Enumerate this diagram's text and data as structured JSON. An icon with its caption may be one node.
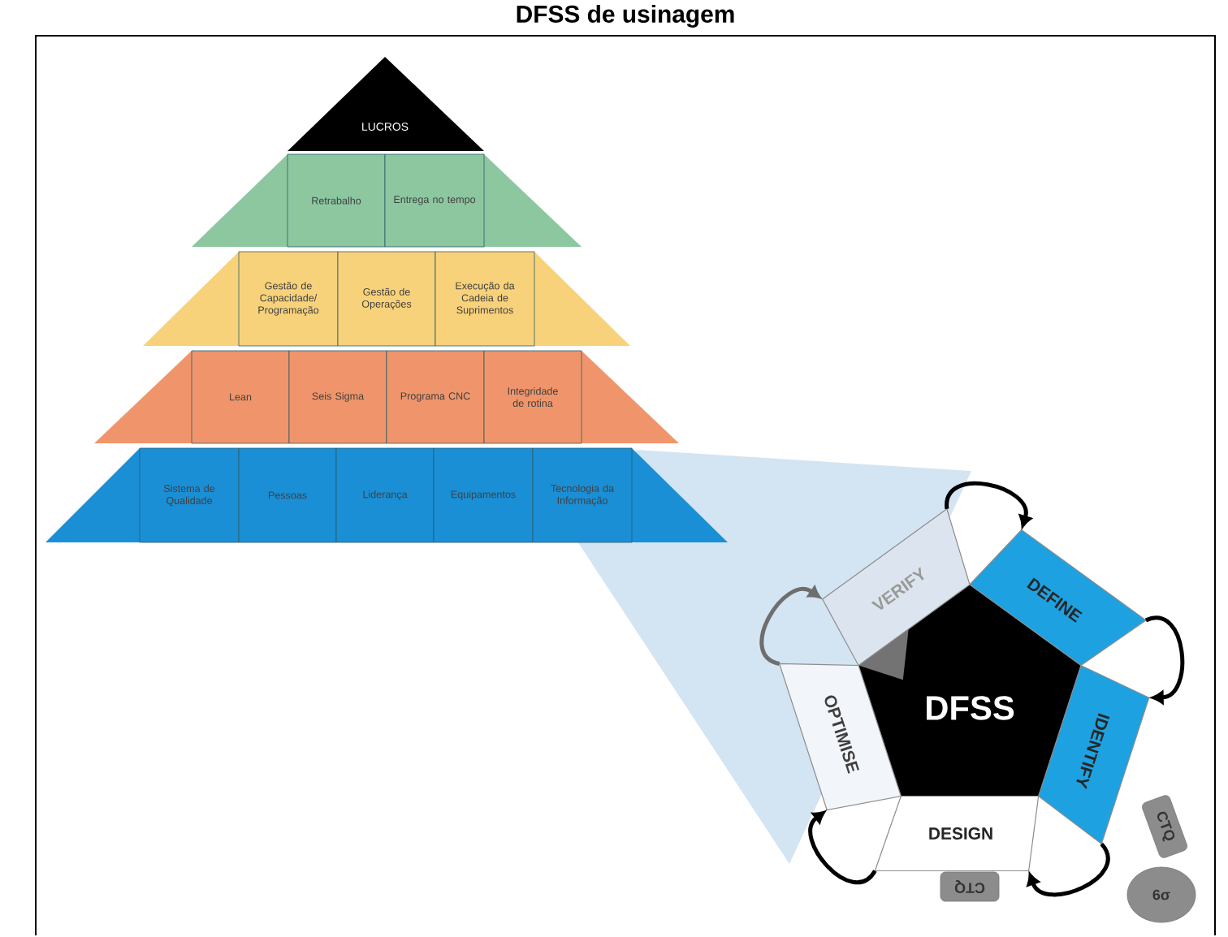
{
  "diagram": {
    "title": "DFSS de usinagem",
    "nodes": [
      {
        "text": [
          "LUCROS"
        ]
      },
      {
        "text": [
          "Retrabalho"
        ]
      },
      {
        "text": [
          "Entrega no tempo"
        ]
      },
      {
        "text": [
          "Gestão de Capacidade/ Programação"
        ]
      },
      {
        "text": [
          "Gestão de Operações"
        ]
      },
      {
        "text": [
          "Execução da Cadeia de Suprimentos"
        ]
      },
      {
        "text": [
          "Lean"
        ]
      },
      {
        "text": [
          "Seis Sigma"
        ]
      },
      {
        "text": [
          "Programa CNC"
        ]
      },
      {
        "text": [
          "Integridade de rotina"
        ]
      },
      {
        "text": [
          "Sistema de Qualidade"
        ]
      },
      {
        "text": [
          "Pessoas"
        ]
      },
      {
        "text": [
          "Liderança"
        ]
      },
      {
        "text": [
          "Equipamentos"
        ]
      },
      {
        "text": [
          "Tecnologia da Informação"
        ]
      },
      {
        "text": [
          "DFSS"
        ]
      },
      {
        "text": [
          "DEFINE"
        ]
      },
      {
        "text": [
          "IDENTIFY"
        ]
      },
      {
        "text": [
          "DESIGN"
        ]
      },
      {
        "text": [
          "OPTIMISE"
        ]
      },
      {
        "text": [
          "VERIFY"
        ]
      },
      {
        "text": [
          "CTQ"
        ]
      },
      {
        "text": [
          "CTQ"
        ]
      },
      {
        "text": [
          "6σ"
        ]
      }
    ],
    "edges": [
      {
        "from": 16,
        "to": 17,
        "arrow": "to"
      },
      {
        "from": 17,
        "to": 18,
        "arrow": "to"
      },
      {
        "from": 18,
        "to": 19,
        "arrow": "to"
      },
      {
        "from": 19,
        "to": 20,
        "arrow": "to",
        "color": "#6e6e6e"
      },
      {
        "from": 20,
        "to": 16,
        "arrow": "to"
      }
    ]
  }
}
